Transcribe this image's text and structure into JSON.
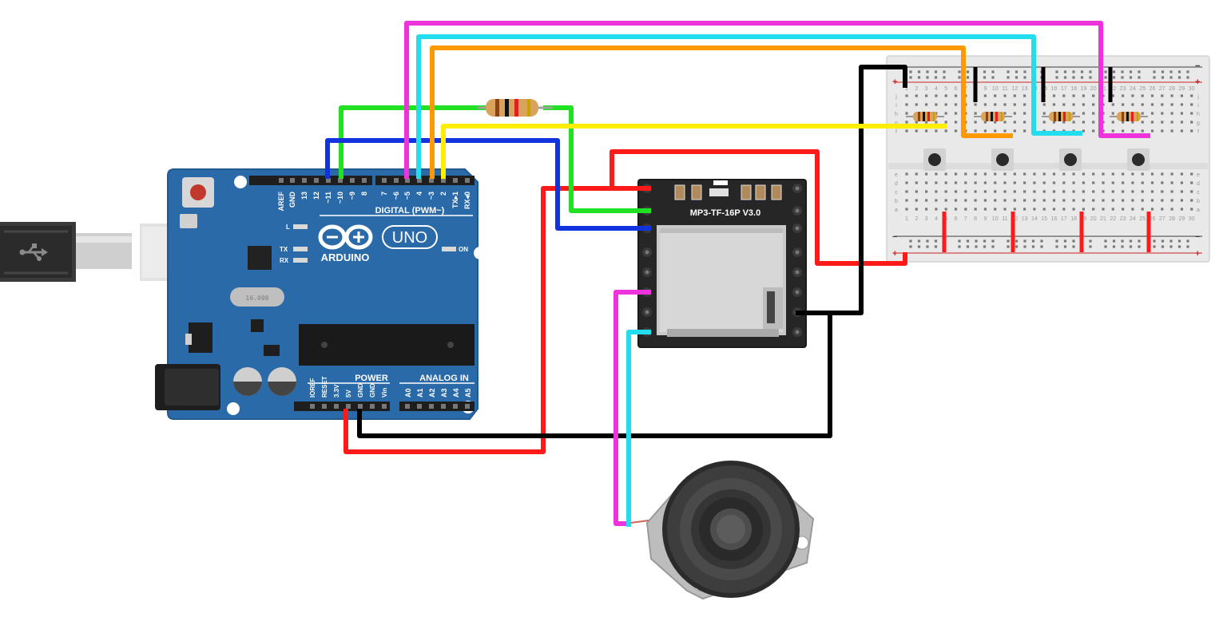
{
  "arduino": {
    "logo_text": "ARDUINO",
    "model": "UNO",
    "digital_header": "DIGITAL (PWM~)",
    "power_header": "POWER",
    "analog_header": "ANALOG IN",
    "on_label": "ON",
    "l_label": "L",
    "tx_label": "TX",
    "rx_label": "RX",
    "digital_pins": [
      "AREF",
      "GND",
      "13",
      "12",
      "~11",
      "~10",
      "~9",
      "8",
      "7",
      "~6",
      "~5",
      "4",
      "~3",
      "2",
      "TX▸1",
      "RX◂0"
    ],
    "power_pins": [
      "IOREF",
      "RESET",
      "3.3V",
      "5V",
      "GND",
      "GND",
      "Vin"
    ],
    "analog_pins": [
      "A0",
      "A1",
      "A2",
      "A3",
      "A4",
      "A5"
    ]
  },
  "mp3_module": {
    "label": "MP3-TF-16P V3.0"
  },
  "breadboard": {
    "plus_sign": "+",
    "minus_sign": "−",
    "rows_top": [
      "j",
      "i",
      "h",
      "g",
      "f"
    ],
    "rows_bottom": [
      "e",
      "d",
      "c",
      "b",
      "a"
    ],
    "columns": [
      "1",
      "2",
      "3",
      "4",
      "5",
      "6",
      "7",
      "8",
      "9",
      "10",
      "11",
      "12",
      "13",
      "14",
      "15",
      "16",
      "17",
      "18",
      "19",
      "20",
      "21",
      "22",
      "23",
      "24",
      "25",
      "26",
      "27",
      "28",
      "29",
      "30"
    ]
  },
  "colors": {
    "board_blue": "#2a6aa8",
    "wire_red": "#ff1a1a",
    "wire_black": "#000000",
    "wire_green": "#22e022",
    "wire_blue": "#1133dd",
    "wire_yellow": "#ffee00",
    "wire_orange": "#ff9900",
    "wire_cyan": "#22ddee",
    "wire_magenta": "#ee33dd"
  }
}
